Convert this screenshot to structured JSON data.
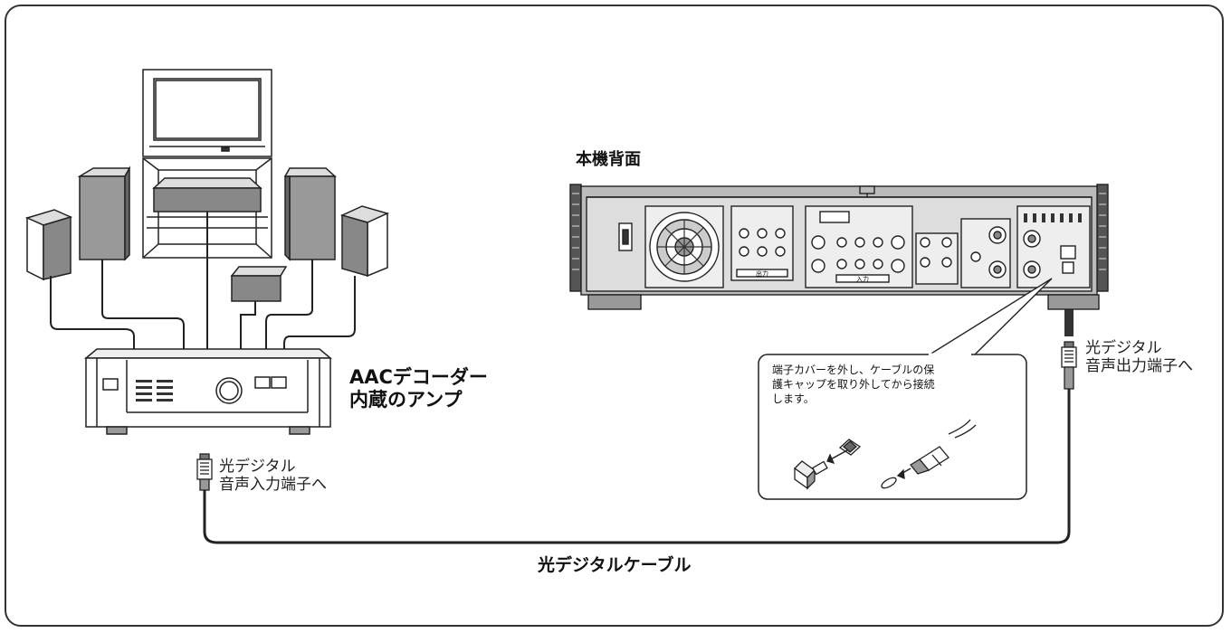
{
  "labels": {
    "amp_line1": "AACデコーダー",
    "amp_line2": "内蔵のアンプ",
    "rear_view": "本機背面",
    "cable": "光デジタルケーブル",
    "input_line1": "光デジタル",
    "input_line2": "音声入力端子へ",
    "output_line1": "光デジタル",
    "output_line2": "音声出力端子へ"
  },
  "note": {
    "line1": "端子カバーを外し、ケーブルの保",
    "line2": "護キャップを取り外してから接続",
    "line3": "します。"
  },
  "panel_labels": {
    "output": "出力",
    "input": "入力"
  }
}
